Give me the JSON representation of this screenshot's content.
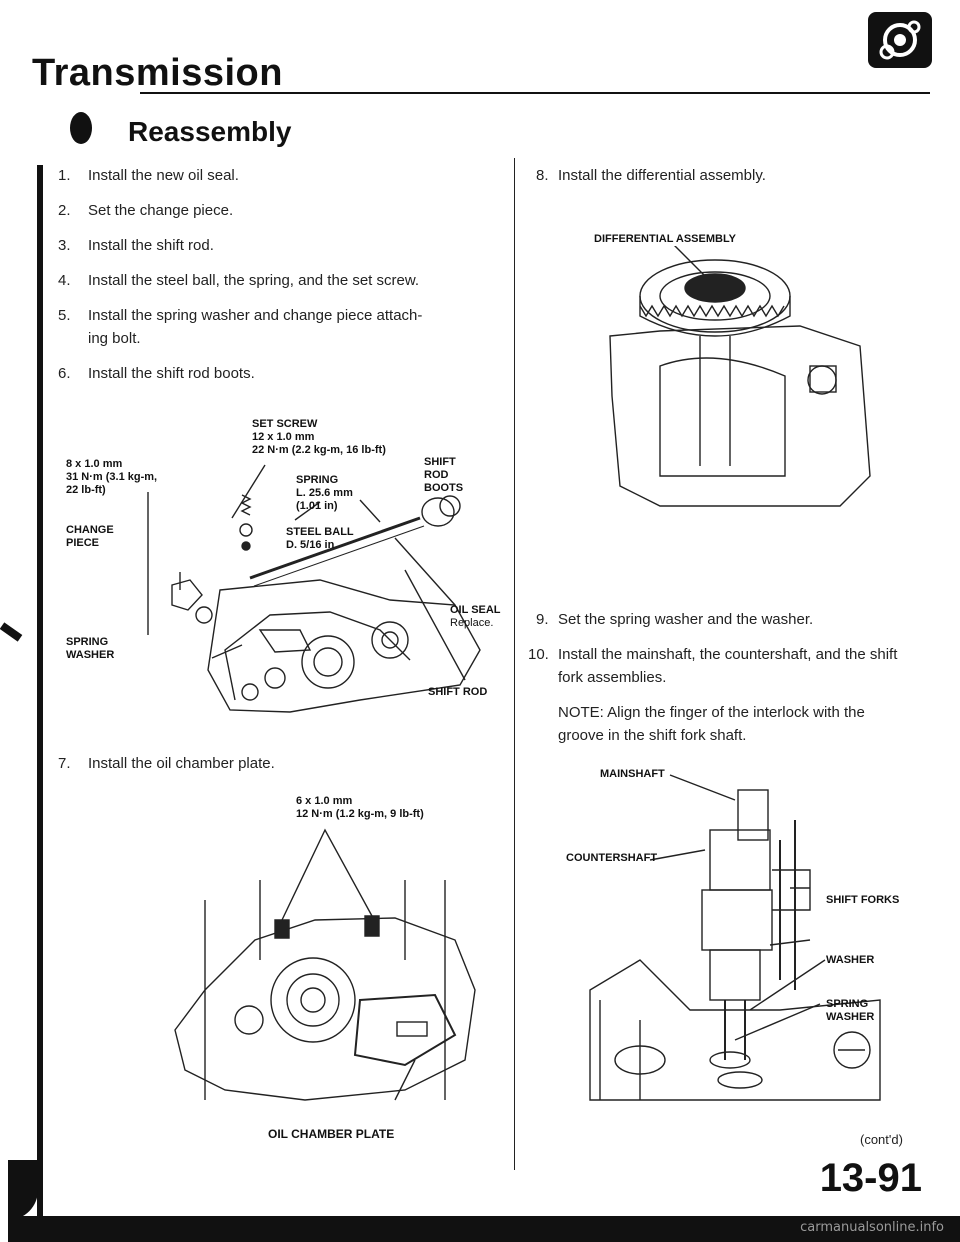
{
  "header": {
    "title": "Transmission",
    "section_title": "Reassembly",
    "logo_icon": "gear-shield-icon"
  },
  "steps_left": [
    {
      "num": "1.",
      "text": "Install the new oil seal."
    },
    {
      "num": "2.",
      "text": "Set the change piece."
    },
    {
      "num": "3.",
      "text": "Install the shift rod."
    },
    {
      "num": "4.",
      "text": "Install the steel ball, the spring, and the set screw."
    },
    {
      "num": "5.",
      "text": "Install the spring washer and change piece attach-"
    },
    {
      "num": "",
      "text": "ing bolt."
    },
    {
      "num": "6.",
      "text": "Install the shift rod boots."
    },
    {
      "num": "7.",
      "text": "Install the oil chamber plate."
    }
  ],
  "figure1": {
    "set_screw": "SET SCREW",
    "set_screw_size": "12 x 1.0 mm",
    "set_screw_torque": "22 N·m (2.2 kg-m, 16 lb-ft)",
    "bolt_size": "8 x 1.0 mm",
    "bolt_torque_1": "31 N·m (3.1 kg-m,",
    "bolt_torque_2": "22 lb-ft)",
    "spring": "SPRING",
    "spring_len": "L. 25.6 mm",
    "spring_len_in": "(1.01 in)",
    "shift_rod_boots_1": "SHIFT",
    "shift_rod_boots_2": "ROD",
    "shift_rod_boots_3": "BOOTS",
    "steel_ball": "STEEL BALL",
    "steel_ball_d": "D. 5/16 in",
    "change_piece_1": "CHANGE",
    "change_piece_2": "PIECE",
    "oil_seal": "OIL SEAL",
    "oil_seal_note": "Replace.",
    "spring_washer_1": "SPRING",
    "spring_washer_2": "WASHER",
    "shift_rod": "SHIFT ROD"
  },
  "figure2": {
    "bolt_size": "6 x 1.0 mm",
    "bolt_torque": "12 N·m (1.2 kg-m, 9 lb-ft)",
    "plate": "OIL CHAMBER PLATE"
  },
  "steps_right": [
    {
      "num": "8.",
      "text": "Install the differential assembly."
    },
    {
      "num": "9.",
      "text": "Set the spring washer and the washer."
    },
    {
      "num": "10.",
      "text": "Install the mainshaft, the countershaft, and the shift"
    },
    {
      "num": "",
      "text": "fork assemblies."
    }
  ],
  "note": {
    "line1": "NOTE: Align the finger of the interlock with the",
    "line2": "groove in the shift fork shaft."
  },
  "figure3": {
    "label": "DIFFERENTIAL ASSEMBLY"
  },
  "figure4": {
    "mainshaft": "MAINSHAFT",
    "countershaft": "COUNTERSHAFT",
    "shift_forks": "SHIFT FORKS",
    "washer": "WASHER",
    "spring_washer_1": "SPRING",
    "spring_washer_2": "WASHER"
  },
  "footer": {
    "contd": "(cont'd)",
    "page_number": "13-91",
    "watermark": "carmanualsonline.info"
  }
}
